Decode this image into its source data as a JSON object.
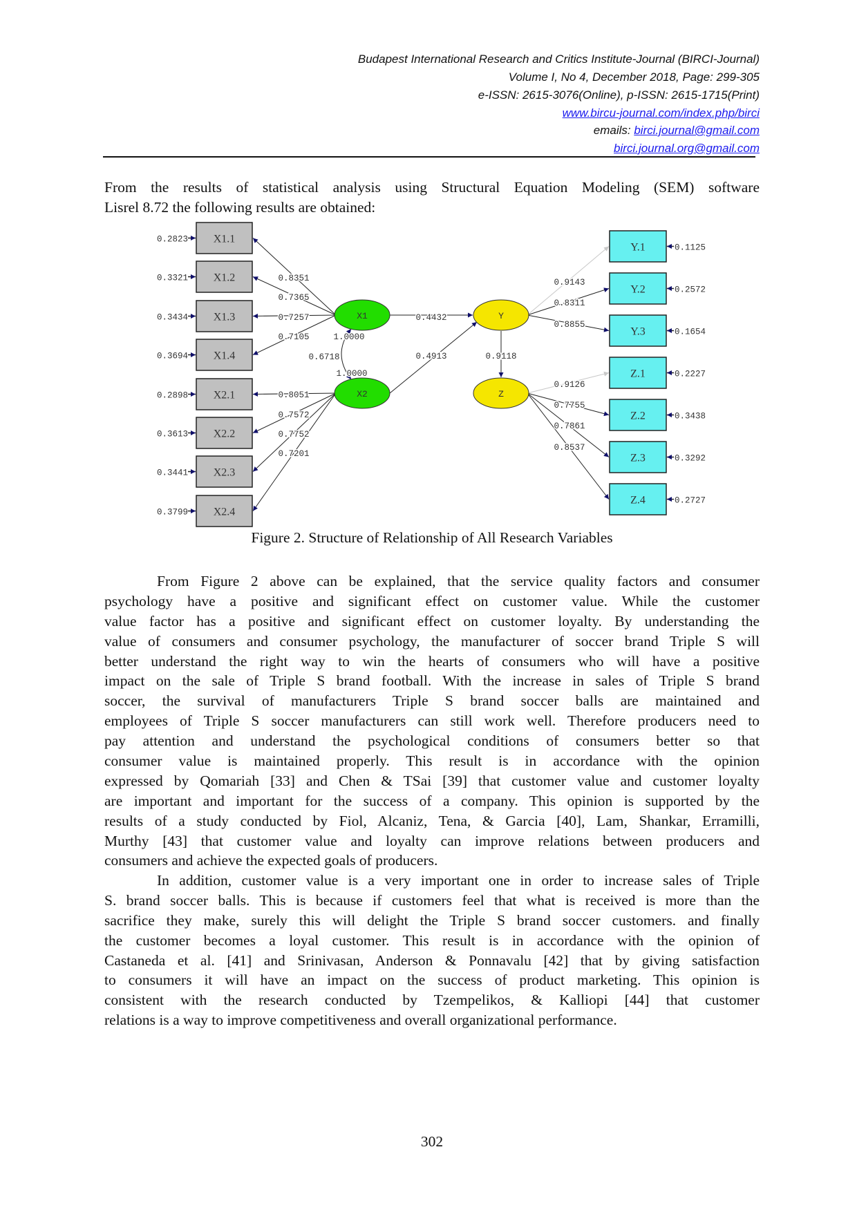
{
  "header": {
    "journal": "Budapest International Research and Critics Institute-Journal (BIRCI-Journal)",
    "volume": "Volume I, No 4,  December 2018, Page: 299-305",
    "issn": "e-ISSN: 2615-3076(Online), p-ISSN: 2615-1715(Print)",
    "website": "www.bircu-journal.com/index.php/birci",
    "emails_label": "emails: ",
    "email1": "birci.journal@gmail.com",
    "email2": "birci.journal.org@gmail.com"
  },
  "intro_lines": [
    "From the results of statistical analysis using Structural Equation Modeling (SEM) software",
    "Lisrel 8.72 the following results are obtained:"
  ],
  "figure": {
    "caption": "Figure 2. Structure of Relationship of All Research Variables",
    "latent": {
      "X1": "X1",
      "X2": "X2",
      "Y": "Y",
      "Z": "Z"
    },
    "colors": {
      "exogenous": "#22dd00",
      "endogenous": "#f5e600",
      "indicator_left": "#c0c0c0",
      "indicator_right": "#66f0f0"
    },
    "left_indicators": [
      {
        "label": "X1.1",
        "error": "0.2823",
        "loading": "0.8351",
        "factor": "X1"
      },
      {
        "label": "X1.2",
        "error": "0.3321",
        "loading": "0.7365",
        "factor": "X1"
      },
      {
        "label": "X1.3",
        "error": "0.3434",
        "loading": "0.7257",
        "factor": "X1"
      },
      {
        "label": "X1.4",
        "error": "0.3694",
        "loading": "0.7105",
        "factor": "X1"
      },
      {
        "label": "X2.1",
        "error": "0.2898",
        "loading": "0.8051",
        "factor": "X2"
      },
      {
        "label": "X2.2",
        "error": "0.3613",
        "loading": "0.7572",
        "factor": "X2"
      },
      {
        "label": "X2.3",
        "error": "0.3441",
        "loading": "0.7752",
        "factor": "X2"
      },
      {
        "label": "X2.4",
        "error": "0.3799",
        "loading": "0.7201",
        "factor": "X2"
      }
    ],
    "right_indicators": [
      {
        "label": "Y.1",
        "error": "0.1125",
        "loading": "0.9143",
        "factor": "Y"
      },
      {
        "label": "Y.2",
        "error": "0.2572",
        "loading": "0.8311",
        "factor": "Y"
      },
      {
        "label": "Y.3",
        "error": "0.1654",
        "loading": "0.8855",
        "factor": "Y"
      },
      {
        "label": "Z.1",
        "error": "0.2227",
        "loading": "0.9126",
        "factor": "Z"
      },
      {
        "label": "Z.2",
        "error": "0.3438",
        "loading": "0.7755",
        "factor": "Z"
      },
      {
        "label": "Z.3",
        "error": "0.3292",
        "loading": "0.7861",
        "factor": "Z"
      },
      {
        "label": "Z.4",
        "error": "0.2727",
        "loading": "0.8537",
        "factor": "Z"
      }
    ],
    "paths": {
      "X1_Y": "0.4432",
      "X2_Y": "0.4913",
      "Y_Z": "0.9118",
      "X1_X2": "0.6718",
      "X1_var": "1.0000",
      "X2_var": "1.0000"
    }
  },
  "paragraph1": [
    "From Figure 2 above can be explained, that the service quality factors and consumer",
    "psychology have a positive and significant effect on customer value. While the customer",
    "value factor has a positive and significant effect on customer loyalty. By understanding the",
    "value of consumers and consumer psychology, the manufacturer of soccer brand Triple S will",
    "better understand the right way to win the hearts of consumers who will have a positive",
    "impact on the sale of Triple S brand football. With the increase in sales of Triple S brand",
    "soccer, the survival of manufacturers Triple S brand soccer balls are maintained and",
    "employees of Triple S soccer manufacturers can still work well. Therefore producers need to",
    "pay attention and understand the psychological conditions of consumers better so that",
    "consumer value is maintained properly. This result is in accordance with the opinion",
    "expressed by Qomariah [33] and Chen & TSai [39] that customer value and customer loyalty",
    "are important and important for the success of a company. This opinion is supported by the",
    "results of a study conducted by Fiol, Alcaniz, Tena, & Garcia [40], Lam, Shankar, Erramilli,",
    "Murthy [43] that customer value and loyalty can improve relations between producers and",
    "consumers and achieve the expected goals of producers."
  ],
  "paragraph2": [
    "In addition, customer value is a very important one in order to increase sales of Triple",
    "S. brand soccer balls. This is because if customers feel that what is received is more than the",
    "sacrifice they make, surely this will delight the Triple S brand soccer customers. and finally",
    "the customer becomes a loyal customer. This result is in accordance with the opinion of",
    "Castaneda et al. [41] and Srinivasan, Anderson & Ponnavalu [42] that by giving satisfaction",
    "to consumers it will have an impact on the success of product marketing. This opinion is",
    "consistent with the research conducted by Tzempelikos, & Kalliopi [44] that customer",
    "relations is a way to improve competitiveness and overall organizational performance."
  ],
  "page_number": "302"
}
